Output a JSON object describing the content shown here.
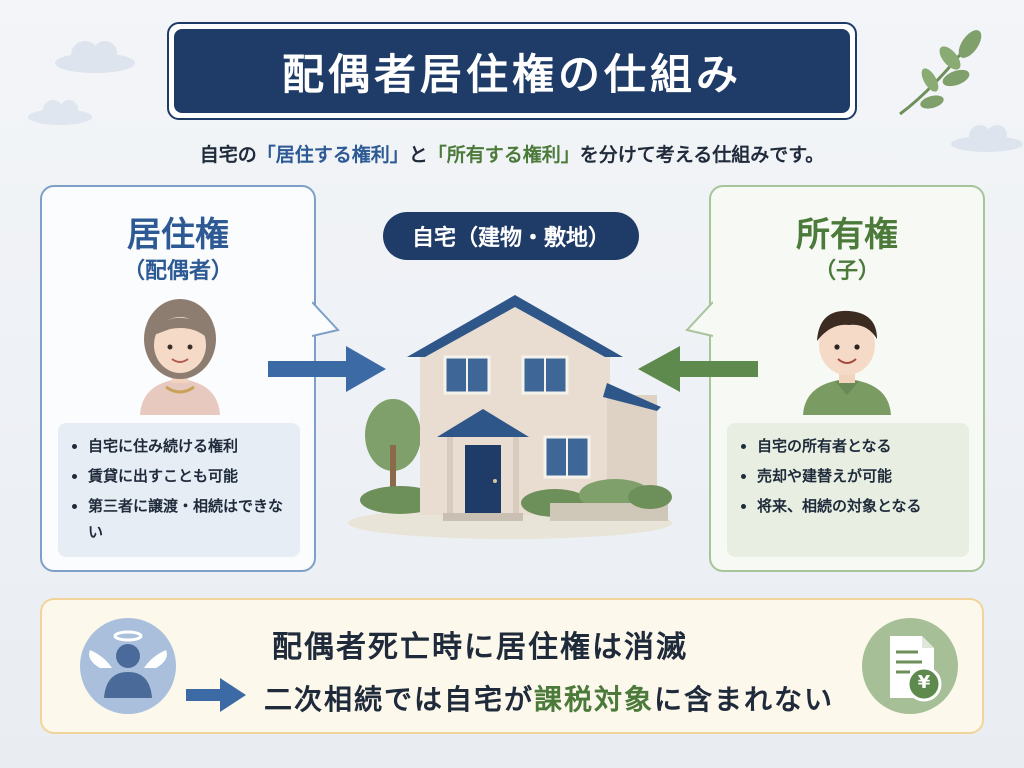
{
  "title": "配偶者居住権の仕組み",
  "subtitle": {
    "part1": "自宅の",
    "highlight1": "「居住する権利」",
    "part2": "と",
    "highlight2": "「所有する権利」",
    "part3": "を分けて考える仕組みです。"
  },
  "left": {
    "title": "居住権",
    "subtitle": "（配偶者）",
    "bullets": [
      "自宅に住み続ける権利",
      "賃貸に出すことも可能",
      "第三者に譲渡・相続はできない"
    ]
  },
  "center": {
    "label": "自宅（建物・敷地）"
  },
  "right": {
    "title": "所有権",
    "subtitle": "（子）",
    "bullets": [
      "自宅の所有者となる",
      "売却や建替えが可能",
      "将来、相続の対象となる"
    ]
  },
  "bottom": {
    "line1": "配偶者死亡時に居住権は消滅",
    "line2_part1": "二次相続では自宅が",
    "line2_highlight": "課税対象",
    "line2_part2": "に含まれない",
    "tax_symbol": "¥"
  },
  "colors": {
    "navy": "#1f3c68",
    "blue": "#2d5a94",
    "green": "#4b7a3a",
    "arrow_blue": "#3c6aa5",
    "arrow_green": "#5e8a4e"
  }
}
